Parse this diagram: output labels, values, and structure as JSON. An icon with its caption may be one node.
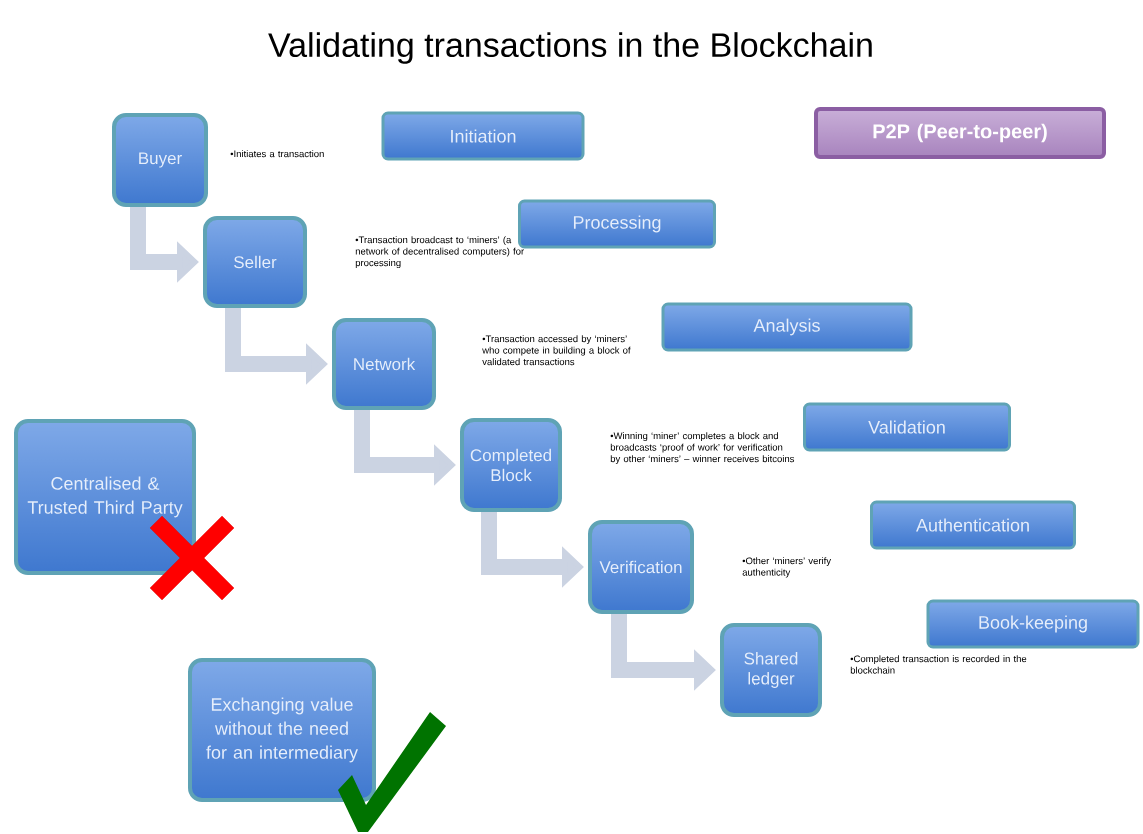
{
  "diagram": {
    "title": "Validating transactions in the Blockchain",
    "nodes": [
      {
        "text": [
          "Buyer"
        ]
      },
      {
        "text": [
          "Seller"
        ]
      },
      {
        "text": [
          "Network"
        ]
      },
      {
        "text": [
          "Completed Block"
        ]
      },
      {
        "text": [
          "Verification"
        ]
      },
      {
        "text": [
          "Shared ledger"
        ]
      },
      {
        "text": [
          "Initiation"
        ]
      },
      {
        "text": [
          "Processing"
        ]
      },
      {
        "text": [
          "Analysis"
        ]
      },
      {
        "text": [
          "Validation"
        ]
      },
      {
        "text": [
          "Authentication"
        ]
      },
      {
        "text": [
          "Book-keeping"
        ]
      },
      {
        "text": [
          "P2P (Peer-to-peer)"
        ]
      },
      {
        "text": [
          "Centralised & Trusted Third Party"
        ]
      },
      {
        "text": [
          "Exchanging value without the need for an intermediary"
        ]
      }
    ],
    "edges": [
      {
        "from": 0,
        "to": 1,
        "arrow": "to"
      },
      {
        "from": 1,
        "to": 2,
        "arrow": "to"
      },
      {
        "from": 2,
        "to": 3,
        "arrow": "to"
      },
      {
        "from": 3,
        "to": 4,
        "arrow": "to"
      },
      {
        "from": 4,
        "to": 5,
        "arrow": "to"
      }
    ],
    "labels": [
      "•Initiates a transaction",
      "•Transaction broadcast to ‘miners’ (a network of decentralised computers) for processing",
      "•Transaction accessed by ‘miners’ who compete in building a block of validated transactions",
      "•Winning ‘miner’ completes a block and broadcasts ‘proof of work’ for verification by other ‘miners’ – winner receives bitcoins",
      "•Other ‘miners’ verify authenticity",
      "•Completed transaction is recorded in the blockchain"
    ]
  }
}
